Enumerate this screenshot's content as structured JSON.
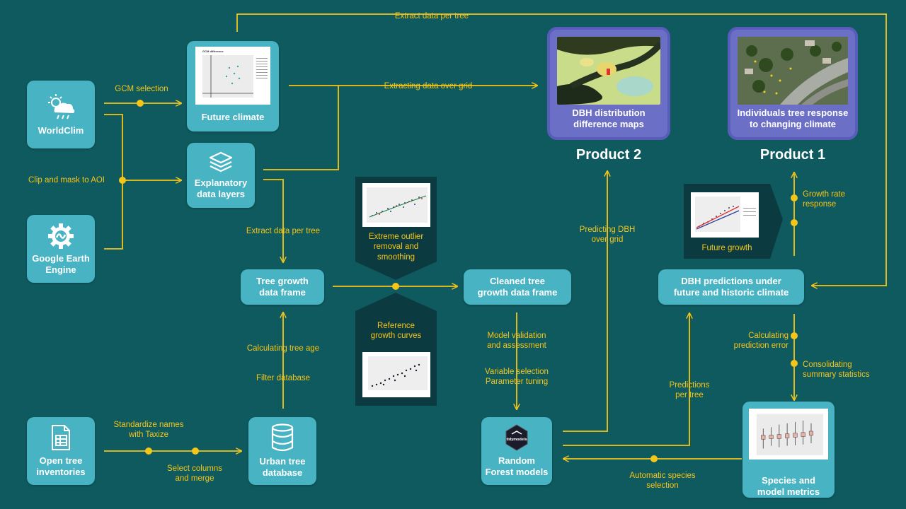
{
  "nodes": {
    "worldclim": "WorldClim",
    "gee": "Google Earth\nEngine",
    "future_climate": "Future climate",
    "explanatory": "Explanatory\ndata layers",
    "tree_growth_df": "Tree growth\ndata frame",
    "cleaned_df": "Cleaned tree\ngrowth data frame",
    "urban_db": "Urban tree\ndatabase",
    "open_inventories": "Open tree\ninventories",
    "rf_models": "Random\nForest models",
    "tidymodels": "tidymodels",
    "dbh_predictions": "DBH predictions under\nfuture and historic climate",
    "species_metrics": "Species and\nmodel metrics",
    "future_growth": "Future growth",
    "outlier": "Extreme outlier\nremoval and\nsmoothing",
    "reference": "Reference\ngrowth curves"
  },
  "products": {
    "dbh_maps": "DBH distribution\ndifference maps",
    "individual": "Individuals tree response\nto changing climate",
    "product2_title": "Product 2",
    "product1_title": "Product 1"
  },
  "labels": {
    "extract_top": "Extract data per tree",
    "gcm_selection": "GCM selection",
    "extract_grid": "Extracting data over grid",
    "clip_mask": "Clip and mask to AOI",
    "extract_per_tree": "Extract data per tree",
    "calc_age": "Calculating tree age",
    "filter_db": "Filter database",
    "standardize": "Standardize names\nwith Taxize",
    "select_columns": "Select columns\nand merge",
    "model_validation": "Model validation\nand assessment",
    "variable_selection": "Variable selection\nParameter tuning",
    "predicting_dbh": "Predicting DBH\nover grid",
    "growth_rate": "Growth rate\nresponse",
    "calc_error": "Calculating\nprediction error",
    "consolidating": "Consolidating\nsummary statistics",
    "predictions_per_tree": "Predictions\nper tree",
    "auto_species": "Automatic species\nselection"
  },
  "colors": {
    "background": "#0f5a5f",
    "node": "#48b3c3",
    "product": "#6b6fc5",
    "arrow": "#f5c518",
    "callout": "#0b3b40"
  },
  "icons": [
    "sun-cloud-icon",
    "gear-icon",
    "spreadsheet-icon",
    "database-icon",
    "layers-icon",
    "hexagon-logo-icon"
  ]
}
